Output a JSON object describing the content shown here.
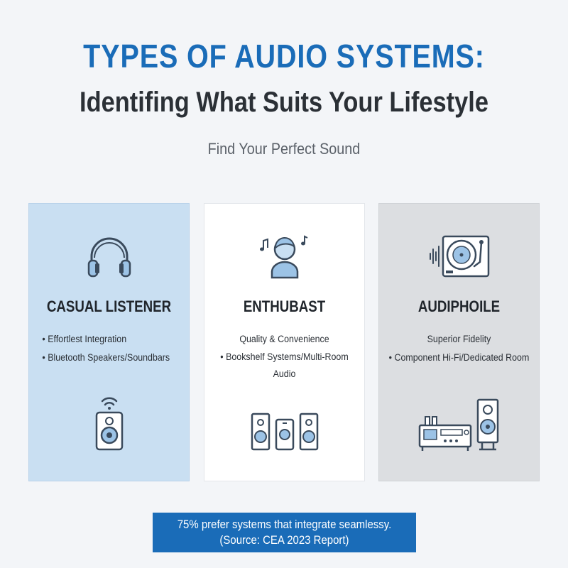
{
  "header": {
    "title": "TYPES OF AUDIO SYSTEMS:",
    "subtitle": "Identifing What Suits Your Lifestyle",
    "tagline": "Find Your Perfect Sound"
  },
  "cards": [
    {
      "heading": "CASUAL LISTENER",
      "bullets": [
        "• Effortlest Integration",
        "• Bluetooth Speakers/Soundbars"
      ],
      "top_icon": "headphones-icon",
      "bottom_icon": "bluetooth-speaker-icon",
      "background": "#c9dff2"
    },
    {
      "heading": "ENTHUBAST",
      "bullets": [
        "Quality & Convenience",
        "• Bookshelf Systems/Multi-Room Audio"
      ],
      "top_icon": "listener-person-icon",
      "bottom_icon": "multi-room-speakers-icon",
      "background": "#ffffff"
    },
    {
      "heading": "AUDIPHOILE",
      "bullets": [
        "Superior Fidelity",
        "• Component Hi-Fi/Dedicated Room"
      ],
      "top_icon": "turntable-icon",
      "bottom_icon": "hifi-component-icon",
      "background": "#dcdee1"
    }
  ],
  "footer": {
    "line1": "75% prefer systems that integrate seamlessy.",
    "line2": "(Source: CEA 2023 Report)"
  },
  "colors": {
    "accent": "#1a6cb8",
    "title_dark": "#2b3036",
    "icon_stroke": "#3a4a5c",
    "icon_accent": "#5b9bd5"
  }
}
